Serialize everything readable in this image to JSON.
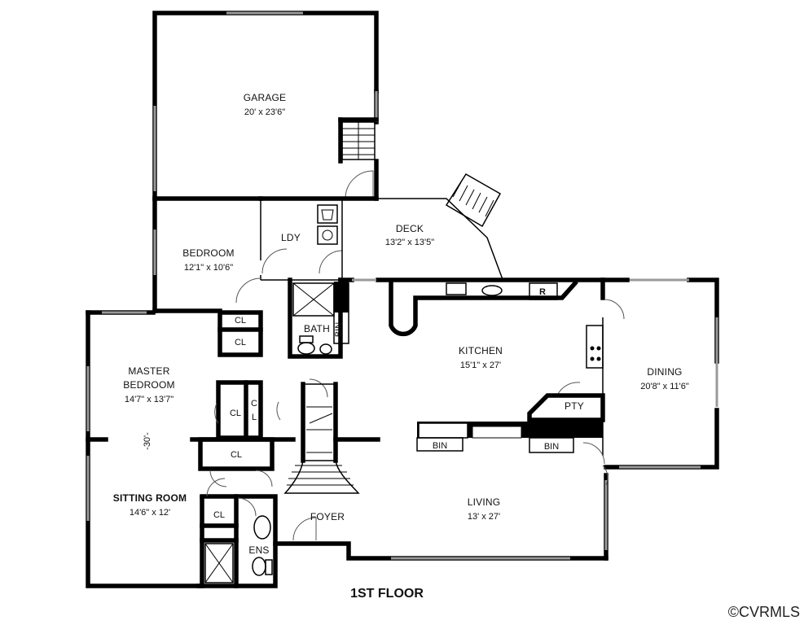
{
  "floor_label": "1ST FLOOR",
  "copyright": "©CVRMLS",
  "rooms": {
    "garage": {
      "name": "GARAGE",
      "dims": "20' x 23'6\""
    },
    "bedroom": {
      "name": "BEDROOM",
      "dims": "12'1\" x 10'6\""
    },
    "laundry": {
      "name": "LDY"
    },
    "deck": {
      "name": "DECK",
      "dims": "13'2\" x 13'5\""
    },
    "bath": {
      "name": "BATH"
    },
    "bath_bin": {
      "name": "BIN"
    },
    "master": {
      "name_line1": "MASTER",
      "name_line2": "BEDROOM",
      "dims": "14'7\" x 13'7\""
    },
    "sitting": {
      "name": "SITTING ROOM",
      "dims": "14'6\" x 12'"
    },
    "ceiling_note": "-30'-",
    "kitchen": {
      "name": "KITCHEN",
      "dims": "15'1\" x 27'"
    },
    "dining": {
      "name": "DINING",
      "dims": "20'8\" x 11'6\""
    },
    "pantry": {
      "name": "PTY"
    },
    "living": {
      "name": "LIVING",
      "dims": "13' x 27'"
    },
    "foyer": {
      "name": "FOYER"
    },
    "ensuite": {
      "name": "ENS"
    },
    "closets": {
      "cl1": "CL",
      "cl2": "CL",
      "cl3": "CL",
      "cl4_line1": "C",
      "cl4_line2": "L",
      "cl5": "CL",
      "cl6": "CL"
    },
    "bins": {
      "bin1": "BIN",
      "bin2": "BIN"
    },
    "fridge": "R"
  }
}
